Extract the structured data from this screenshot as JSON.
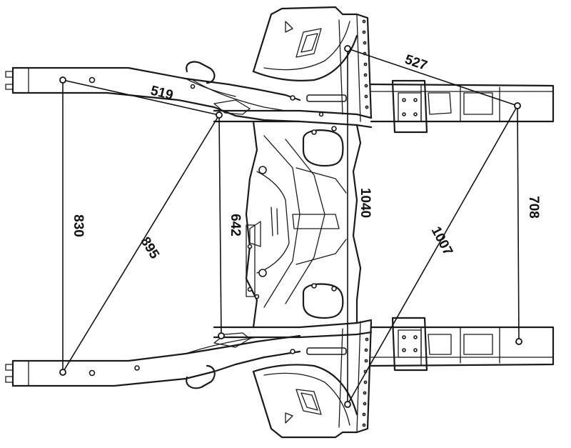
{
  "figure": {
    "dimensions": [
      {
        "id": "d519",
        "label": "519"
      },
      {
        "id": "d527",
        "label": "527"
      },
      {
        "id": "d830",
        "label": "830"
      },
      {
        "id": "d895",
        "label": "895"
      },
      {
        "id": "d642",
        "label": "642"
      },
      {
        "id": "d1040",
        "label": "1040"
      },
      {
        "id": "d1007",
        "label": "1007"
      },
      {
        "id": "d708",
        "label": "708"
      }
    ]
  }
}
